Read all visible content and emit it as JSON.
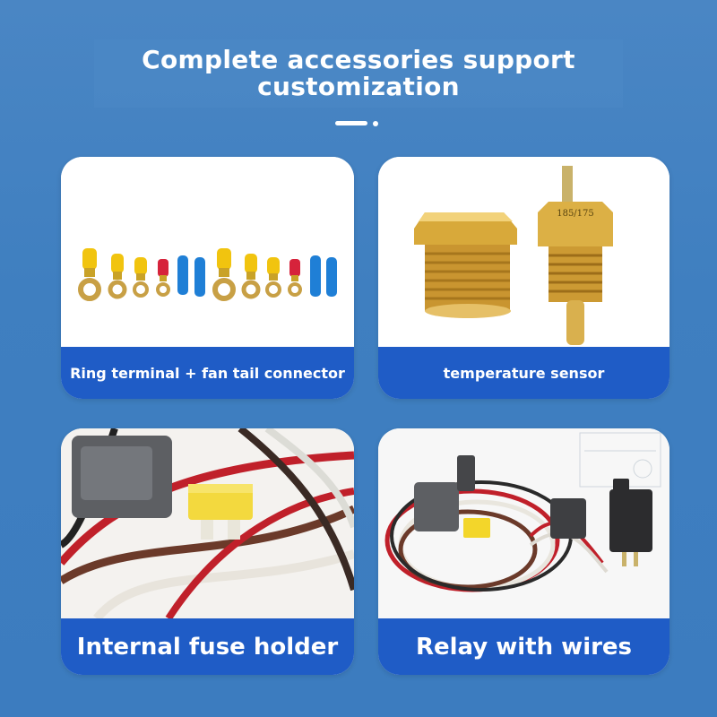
{
  "title": {
    "line1": "Complete accessories support",
    "line2": "customization"
  },
  "cards": [
    {
      "caption": "Ring terminal + fan tail connector",
      "image": "ring-terminals-photo"
    },
    {
      "caption": "temperature sensor",
      "image": "temperature-sensor-photo",
      "marking": "185/175"
    },
    {
      "caption": "Internal fuse holder",
      "image": "fuse-holder-photo"
    },
    {
      "caption": "Relay with wires",
      "image": "relay-harness-photo"
    }
  ],
  "colors": {
    "background": "#4a86c4",
    "caption_bar": "#1f5cc6",
    "card": "#ffffff",
    "title_text": "#ffffff"
  }
}
